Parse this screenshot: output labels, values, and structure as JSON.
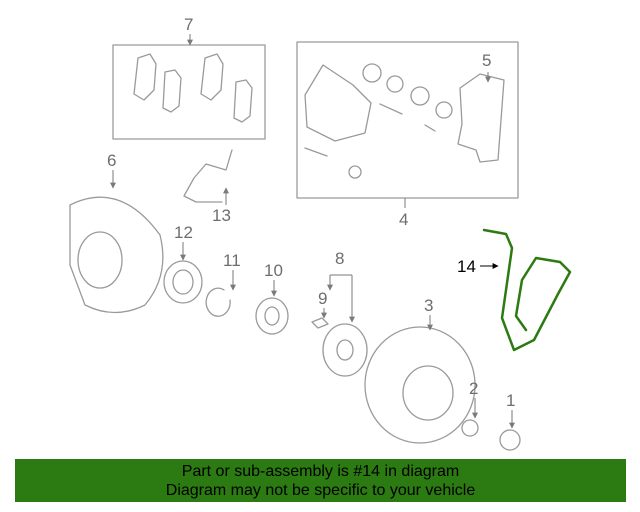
{
  "diagram": {
    "callouts": [
      "1",
      "2",
      "3",
      "4",
      "5",
      "6",
      "7",
      "8",
      "9",
      "10",
      "11",
      "12",
      "13",
      "14"
    ],
    "highlight_callout": "14",
    "highlight_color": "#2c7a12",
    "line_color": "#9a9a9a"
  },
  "banner": {
    "line1": "Part or sub-assembly is #14 in diagram",
    "line2": "Diagram may not be specific to your vehicle",
    "background": "#2c7a12"
  }
}
